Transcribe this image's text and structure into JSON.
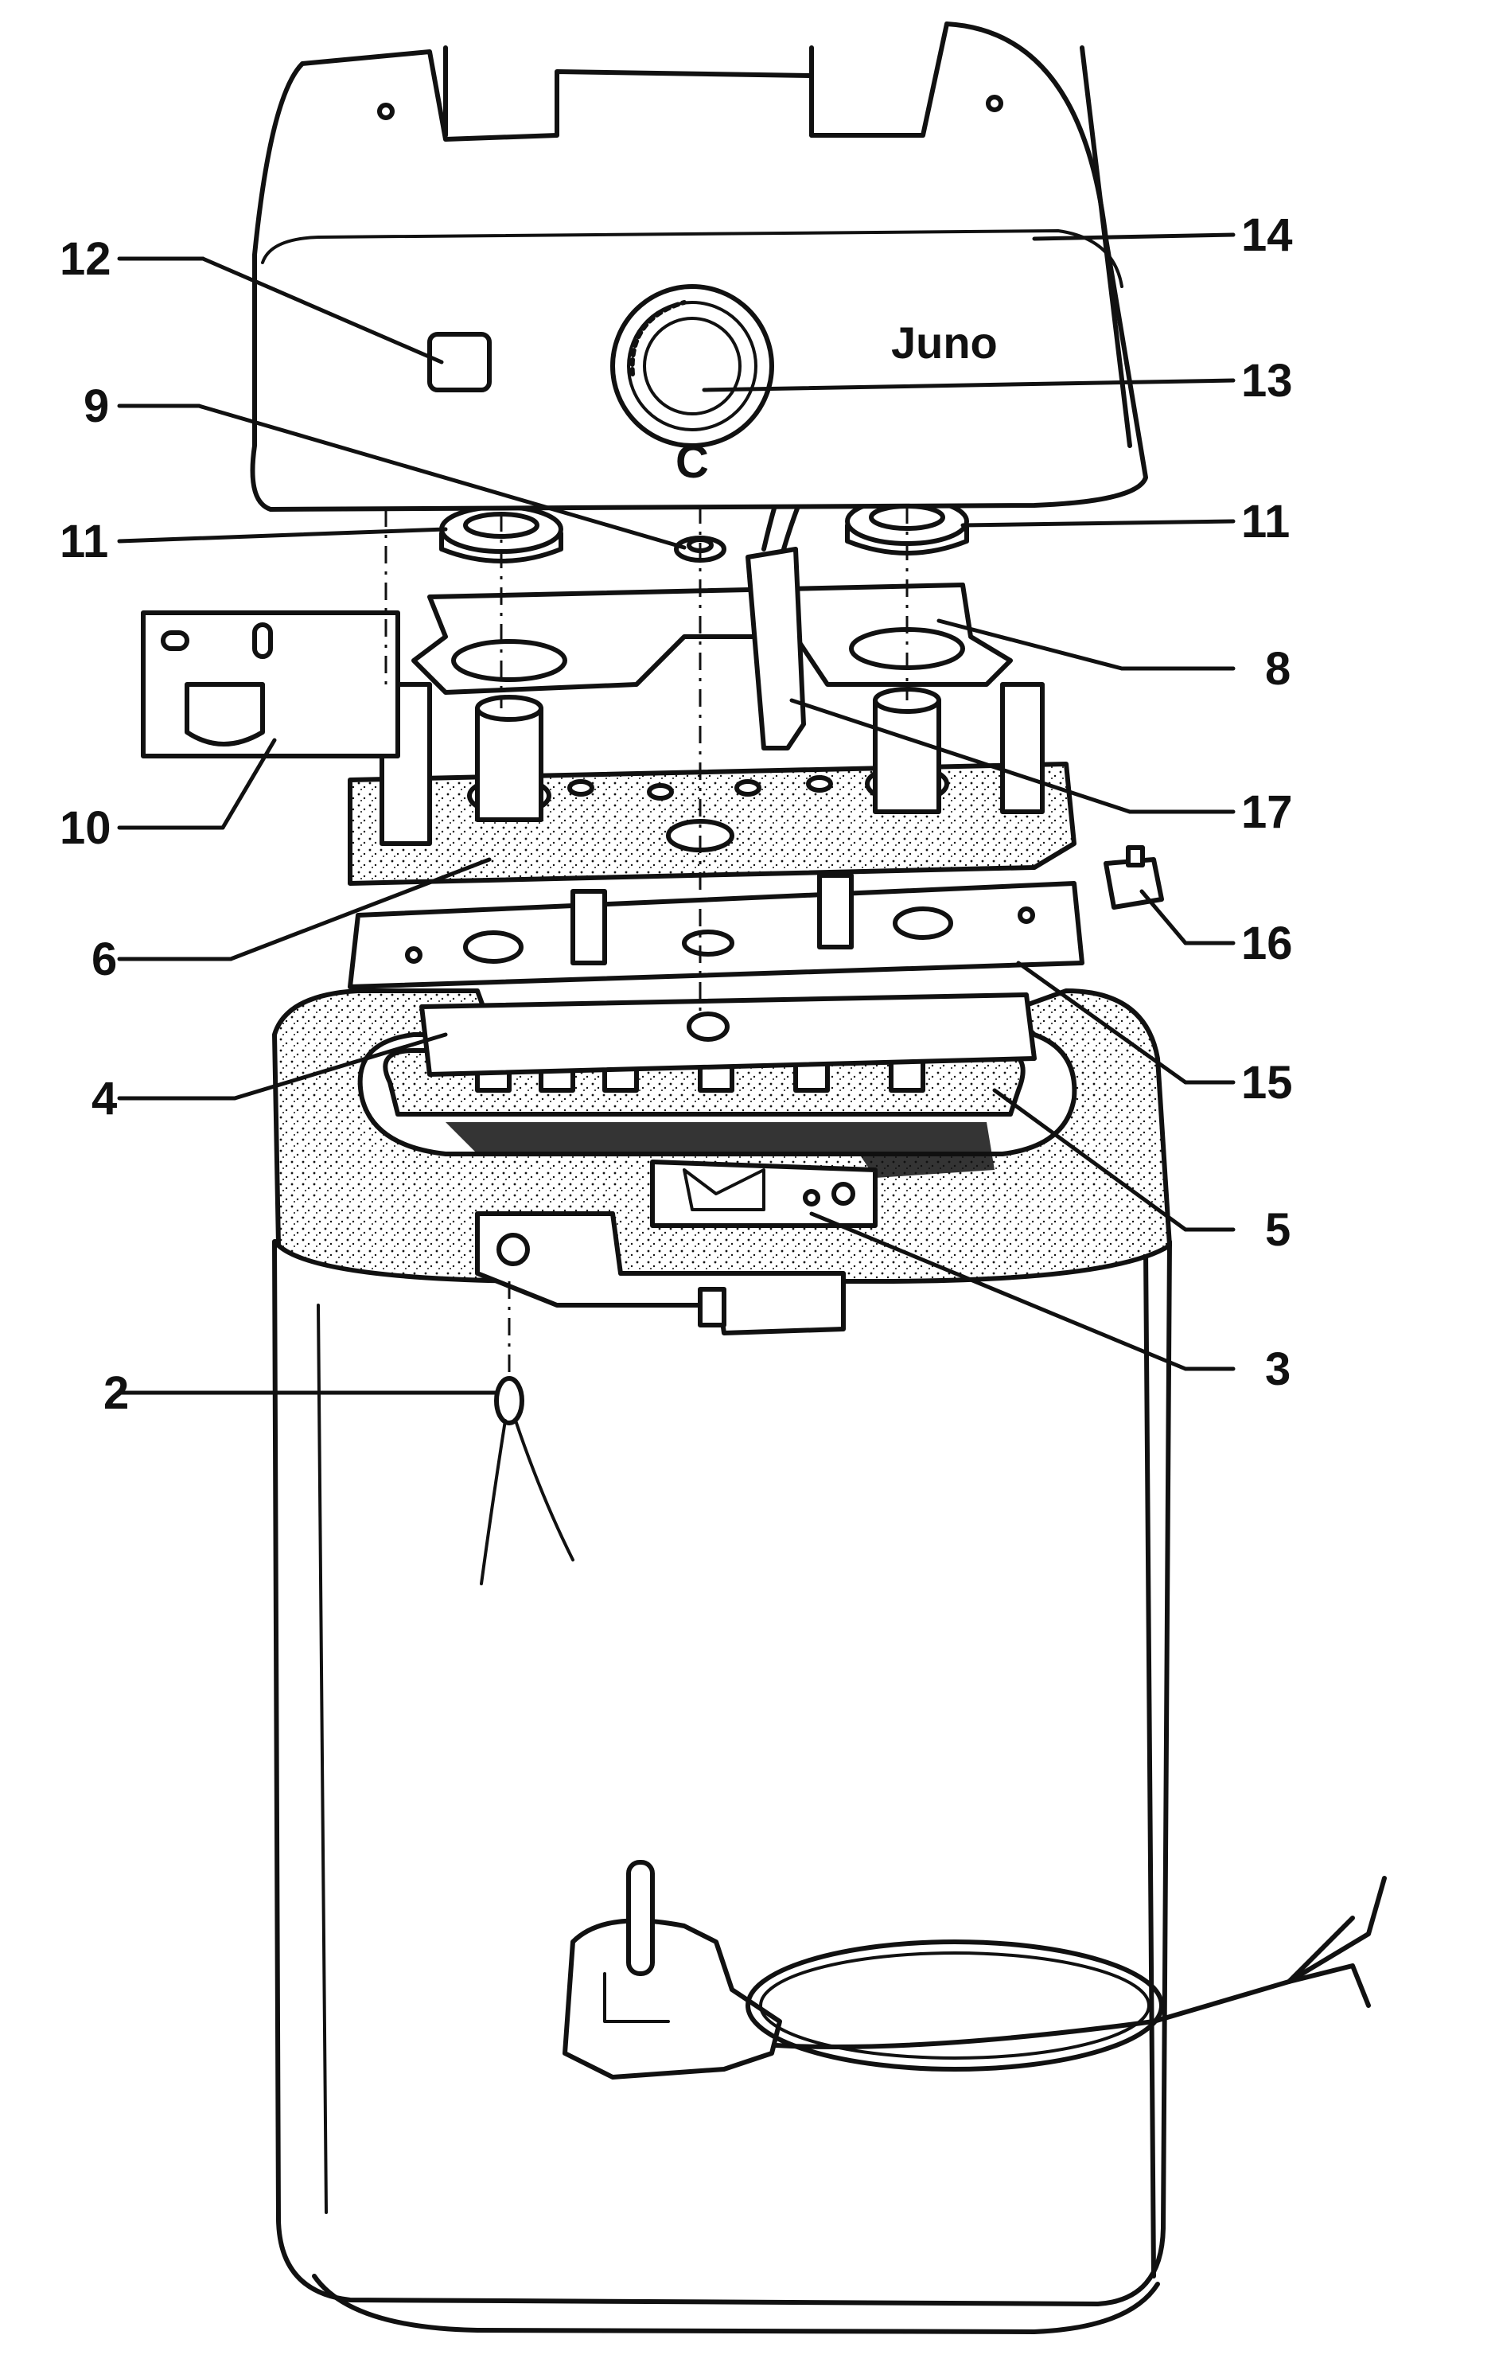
{
  "diagram": {
    "brand_label": "Juno",
    "dial_mark": "C",
    "callouts": [
      {
        "id": "12",
        "label": "12"
      },
      {
        "id": "9",
        "label": "9"
      },
      {
        "id": "11-left",
        "label": "11"
      },
      {
        "id": "10",
        "label": "10"
      },
      {
        "id": "6",
        "label": "6"
      },
      {
        "id": "4",
        "label": "4"
      },
      {
        "id": "2",
        "label": "2"
      },
      {
        "id": "14",
        "label": "14"
      },
      {
        "id": "13",
        "label": "13"
      },
      {
        "id": "11-right",
        "label": "11"
      },
      {
        "id": "8",
        "label": "8"
      },
      {
        "id": "17",
        "label": "17"
      },
      {
        "id": "16",
        "label": "16"
      },
      {
        "id": "15",
        "label": "15"
      },
      {
        "id": "5",
        "label": "5"
      },
      {
        "id": "3",
        "label": "3"
      }
    ]
  },
  "colors": {
    "ink": "#111111",
    "paper": "#ffffff"
  },
  "icons": [
    "water-heater-cover",
    "thermostat-dial",
    "power-plug-icon",
    "indicator-lamp-icon",
    "terminal-block-icon"
  ]
}
